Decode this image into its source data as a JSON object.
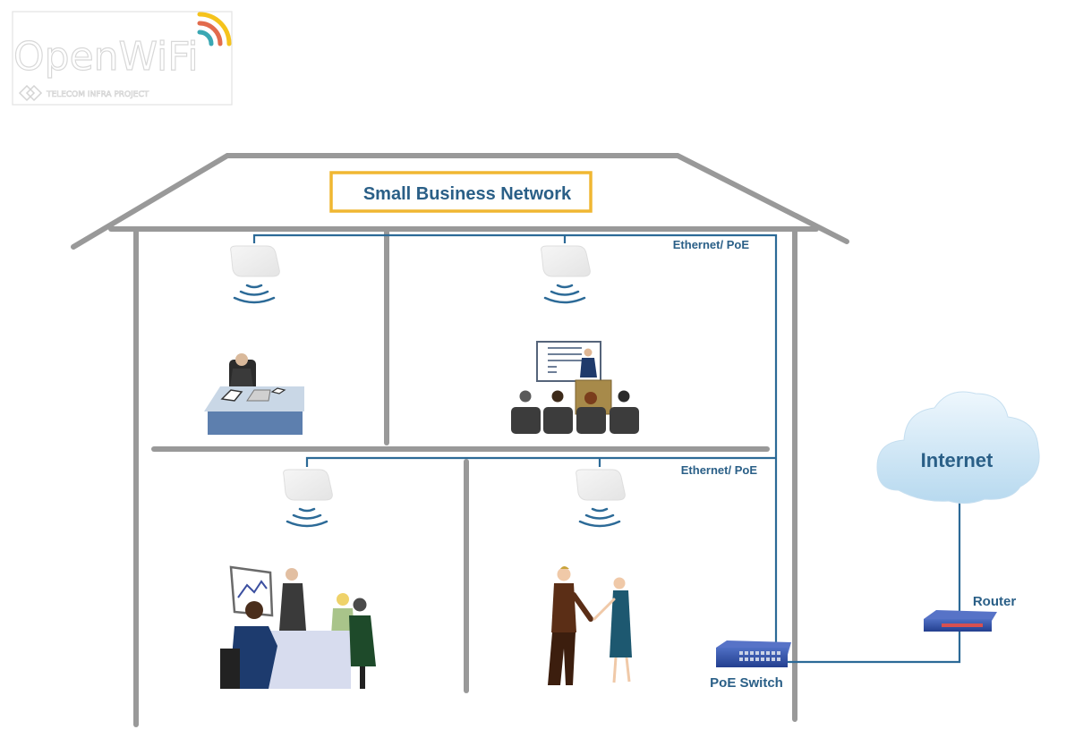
{
  "logo": {
    "name": "OpenWiFi",
    "subtitle": "TELECOM INFRA PROJECT",
    "arc_colors": [
      "#3aa7b3",
      "#e26b4d",
      "#f5c31c"
    ]
  },
  "diagram": {
    "title": "Small Business Network",
    "colors": {
      "wall": "#999999",
      "cable": "#2c6a97",
      "title_border": "#f0b732",
      "label": "#2a5f87",
      "cloud": "#cfe6f4"
    },
    "links": {
      "upper_floor": "Ethernet/ PoE",
      "lower_floor": "Ethernet/ PoE"
    },
    "rooms": [
      {
        "id": "office",
        "scene": "person at desk with laptop",
        "device": "access-point"
      },
      {
        "id": "presentation",
        "scene": "presenter with audience",
        "device": "access-point"
      },
      {
        "id": "meeting",
        "scene": "meeting around table",
        "device": "access-point"
      },
      {
        "id": "handshake",
        "scene": "two people shaking hands",
        "device": "access-point"
      }
    ],
    "devices": {
      "switch": "PoE Switch",
      "router": "Router",
      "cloud": "Internet"
    }
  }
}
